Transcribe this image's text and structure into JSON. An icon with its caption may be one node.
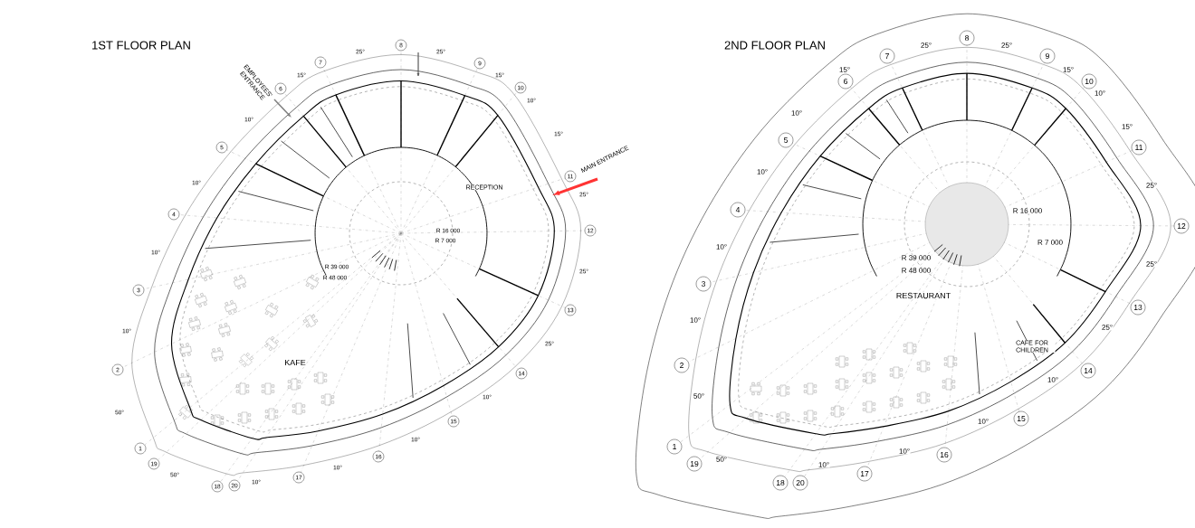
{
  "diagram": {
    "nodes": [
      {
        "text": [
          "1"
        ]
      },
      {
        "text": [
          "2"
        ]
      },
      {
        "text": [
          "3"
        ]
      },
      {
        "text": [
          "4"
        ]
      },
      {
        "text": [
          "5"
        ]
      },
      {
        "text": [
          "6"
        ]
      },
      {
        "text": [
          "7"
        ]
      },
      {
        "text": [
          "8"
        ]
      },
      {
        "text": [
          "9"
        ]
      },
      {
        "text": [
          "10"
        ]
      },
      {
        "text": [
          "11"
        ]
      },
      {
        "text": [
          "12"
        ]
      },
      {
        "text": [
          "13"
        ]
      },
      {
        "text": [
          "14"
        ]
      },
      {
        "text": [
          "15"
        ]
      },
      {
        "text": [
          "16"
        ]
      },
      {
        "text": [
          "17"
        ]
      },
      {
        "text": [
          "18"
        ]
      },
      {
        "text": [
          "19"
        ]
      },
      {
        "text": [
          "20"
        ]
      },
      {
        "text": [
          "1"
        ]
      },
      {
        "text": [
          "2"
        ]
      },
      {
        "text": [
          "3"
        ]
      },
      {
        "text": [
          "4"
        ]
      },
      {
        "text": [
          "5"
        ]
      },
      {
        "text": [
          "6"
        ]
      },
      {
        "text": [
          "7"
        ]
      },
      {
        "text": [
          "8"
        ]
      },
      {
        "text": [
          "9"
        ]
      },
      {
        "text": [
          "10"
        ]
      },
      {
        "text": [
          "11"
        ]
      },
      {
        "text": [
          "12"
        ]
      },
      {
        "text": [
          "13"
        ]
      },
      {
        "text": [
          "14"
        ]
      },
      {
        "text": [
          "15"
        ]
      },
      {
        "text": [
          "16"
        ]
      },
      {
        "text": [
          "17"
        ]
      },
      {
        "text": [
          "18"
        ]
      },
      {
        "text": [
          "19"
        ]
      },
      {
        "text": [
          "20"
        ]
      }
    ],
    "labels": [
      "1ST FLOOR PLAN",
      "EMPLOYEES' ENTRANCE",
      "MAIN ENTRANCE",
      "RECEPTION",
      "KAFE",
      "R 16 000",
      "R 7 000",
      "R 39 000",
      "R 48 000",
      "25°",
      "25°",
      "15°",
      "15°",
      "10°",
      "15°",
      "10°",
      "10°",
      "10°",
      "10°",
      "50°",
      "50°",
      "10°",
      "10°",
      "10°",
      "10°",
      "25°",
      "25°",
      "25°",
      "2ND FLOOR PLAN",
      "RESTAURANT",
      "CAFE FOR CHILDREN",
      "R 16 000",
      "R 7 000",
      "R 39 000",
      "R 48 000",
      "25°",
      "25°",
      "15°",
      "15°",
      "10°",
      "15°",
      "10°",
      "10°",
      "10°",
      "10°",
      "50°",
      "50°",
      "10°",
      "10°",
      "10°",
      "10°",
      "25°",
      "25°",
      "25°"
    ]
  }
}
